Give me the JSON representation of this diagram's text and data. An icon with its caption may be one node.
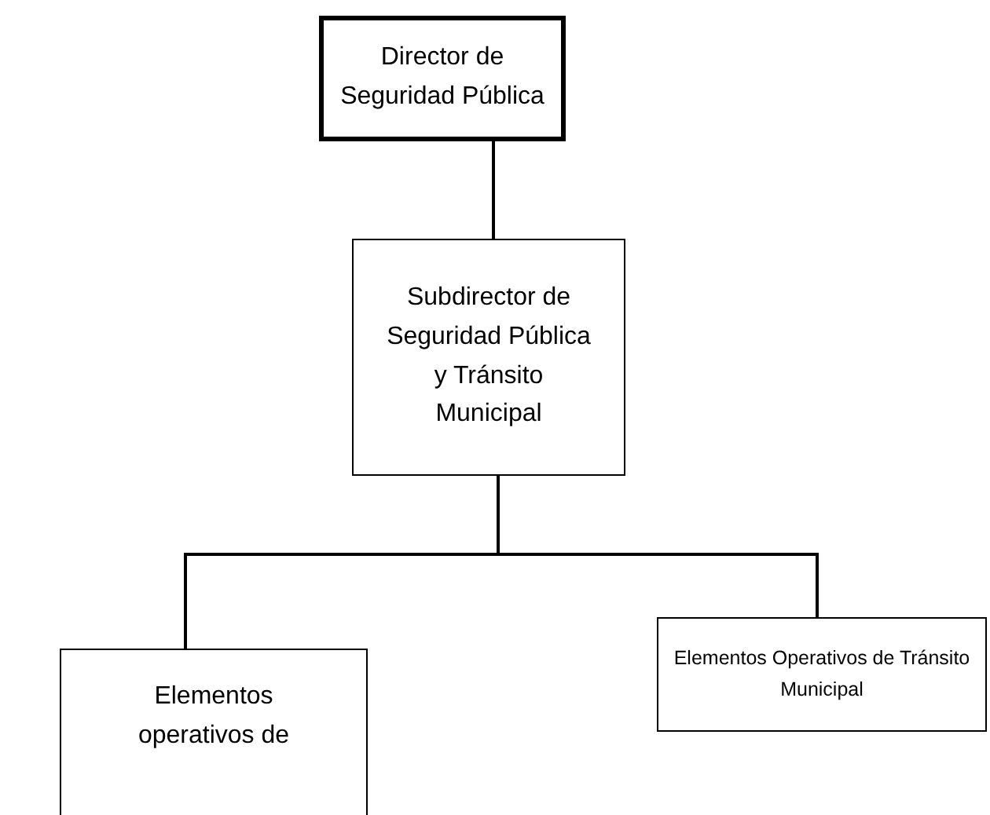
{
  "diagram": {
    "nodes": [
      {
        "text": [
          "Director de Seguridad Pública"
        ]
      },
      {
        "text": [
          "Subdirector de Seguridad Pública y Tránsito Municipal"
        ]
      },
      {
        "text": [
          "Elementos operativos de"
        ]
      },
      {
        "text": [
          "Elementos Operativos de Tránsito Municipal"
        ]
      }
    ],
    "edges": [
      {
        "from": 0,
        "to": 1,
        "arrow": "none"
      },
      {
        "from": 1,
        "to": 2,
        "arrow": "none"
      },
      {
        "from": 1,
        "to": 3,
        "arrow": "none"
      }
    ]
  }
}
